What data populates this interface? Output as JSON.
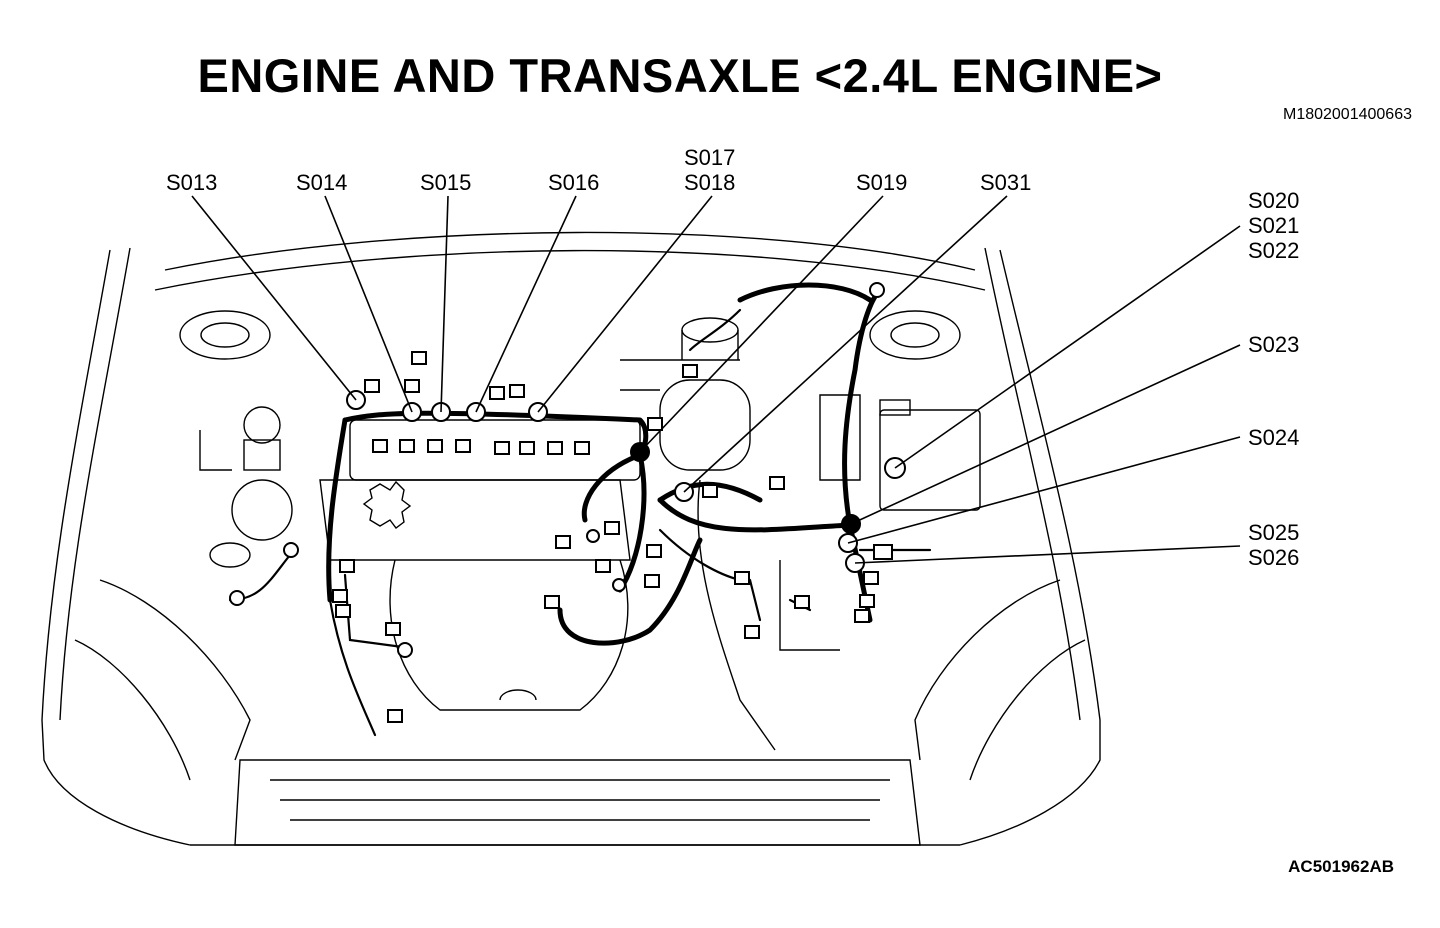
{
  "title": "ENGINE AND TRANSAXLE <2.4L ENGINE>",
  "doc_id": "M1802001400663",
  "figure_id": "AC501962AB",
  "callouts": [
    {
      "id": "s013",
      "lines": [
        "S013"
      ]
    },
    {
      "id": "s014",
      "lines": [
        "S014"
      ]
    },
    {
      "id": "s015",
      "lines": [
        "S015"
      ]
    },
    {
      "id": "s016",
      "lines": [
        "S016"
      ]
    },
    {
      "id": "s017-s018",
      "lines": [
        "S017",
        "S018"
      ]
    },
    {
      "id": "s019",
      "lines": [
        "S019"
      ]
    },
    {
      "id": "s031",
      "lines": [
        "S031"
      ]
    },
    {
      "id": "s020-s022",
      "lines": [
        "S020",
        "S021",
        "S022"
      ]
    },
    {
      "id": "s023",
      "lines": [
        "S023"
      ]
    },
    {
      "id": "s024",
      "lines": [
        "S024"
      ]
    },
    {
      "id": "s025-s026",
      "lines": [
        "S025",
        "S026"
      ]
    }
  ]
}
